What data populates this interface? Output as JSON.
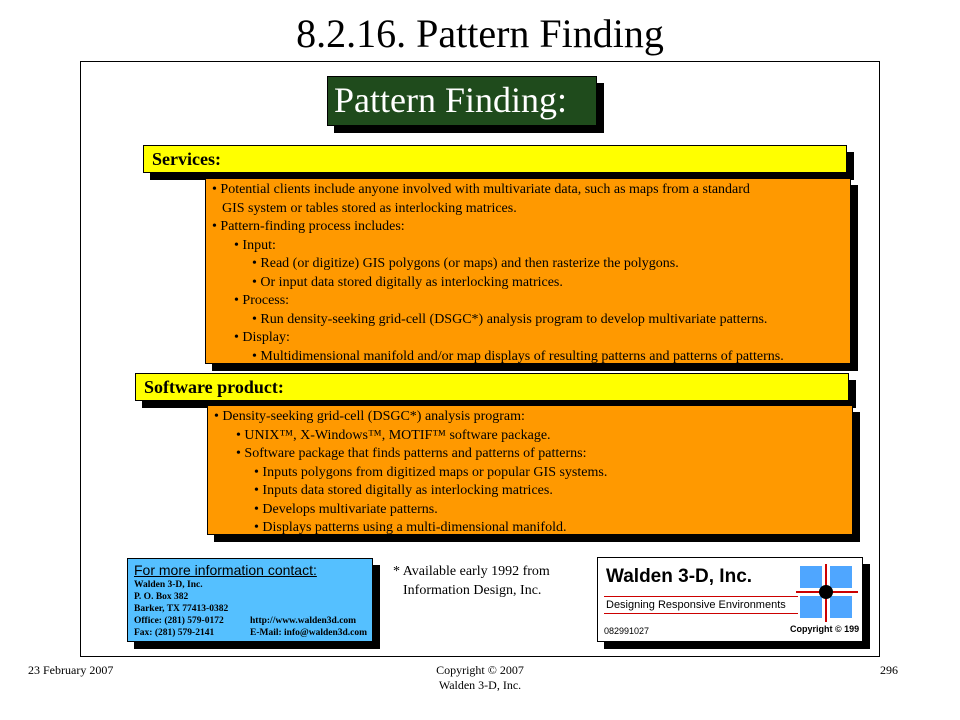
{
  "slide": {
    "title": "8.2.16. Pattern Finding"
  },
  "banner": {
    "title": "Pattern Finding:"
  },
  "services": {
    "heading": "Services:",
    "lines": [
      "• Potential  clients include anyone involved with multivariate data, such as maps from a standard",
      "GIS system or tables stored as interlocking matrices.",
      "• Pattern-finding process includes:",
      "• Input:",
      "• Read (or digitize) GIS polygons (or maps)  and then   rasterize the polygons.",
      "• Or input data stored digitally as interlocking matrices.",
      "• Process:",
      "• Run density-seeking grid-cell (DSGC*) analysis program to develop multivariate patterns.",
      "• Display:",
      "• Multidimensional manifold and/or map displays of resulting patterns and patterns of patterns."
    ]
  },
  "software": {
    "heading": "Software product:",
    "lines": [
      "• Density-seeking grid-cell (DSGC*) analysis program:",
      "• UNIX™, X-Windows™, MOTIF™ software package.",
      "• Software package that finds patterns and patterns of patterns:",
      "• Inputs polygons from digitized maps or popular GIS systems.",
      "• Inputs data stored digitally as interlocking matrices.",
      "• Develops multivariate patterns.",
      "• Displays patterns using a multi-dimensional manifold."
    ]
  },
  "contact": {
    "heading": "For more information contact:",
    "company": "Walden 3-D, Inc.",
    "pobox": "P. O. Box 382",
    "city": "Barker, TX  77413-0382",
    "office": "Office:  (281) 579-0172",
    "web": "http://www.walden3d.com",
    "fax": "Fax:     (281) 579-2141",
    "email": "E-Mail: info@walden3d.com"
  },
  "availability": {
    "line1": "* Available early 1992 from",
    "line2": "Information Design, Inc."
  },
  "logo": {
    "name": "Walden 3-D, Inc.",
    "tagline": "Designing Responsive Environments",
    "number": "082991027",
    "copyright": "Copyright © 199",
    "colors": {
      "blue": "#4fa6ff",
      "red": "#cc0000",
      "dot": "#000000"
    }
  },
  "footer": {
    "date": "23 February 2007",
    "copyright1": "Copyright © 2007",
    "copyright2": "Walden 3-D, Inc.",
    "page": "296"
  },
  "colors": {
    "banner": "#1f4b1c",
    "bar": "#ffff00",
    "box": "#ff9900",
    "contact": "#55c0ff"
  }
}
